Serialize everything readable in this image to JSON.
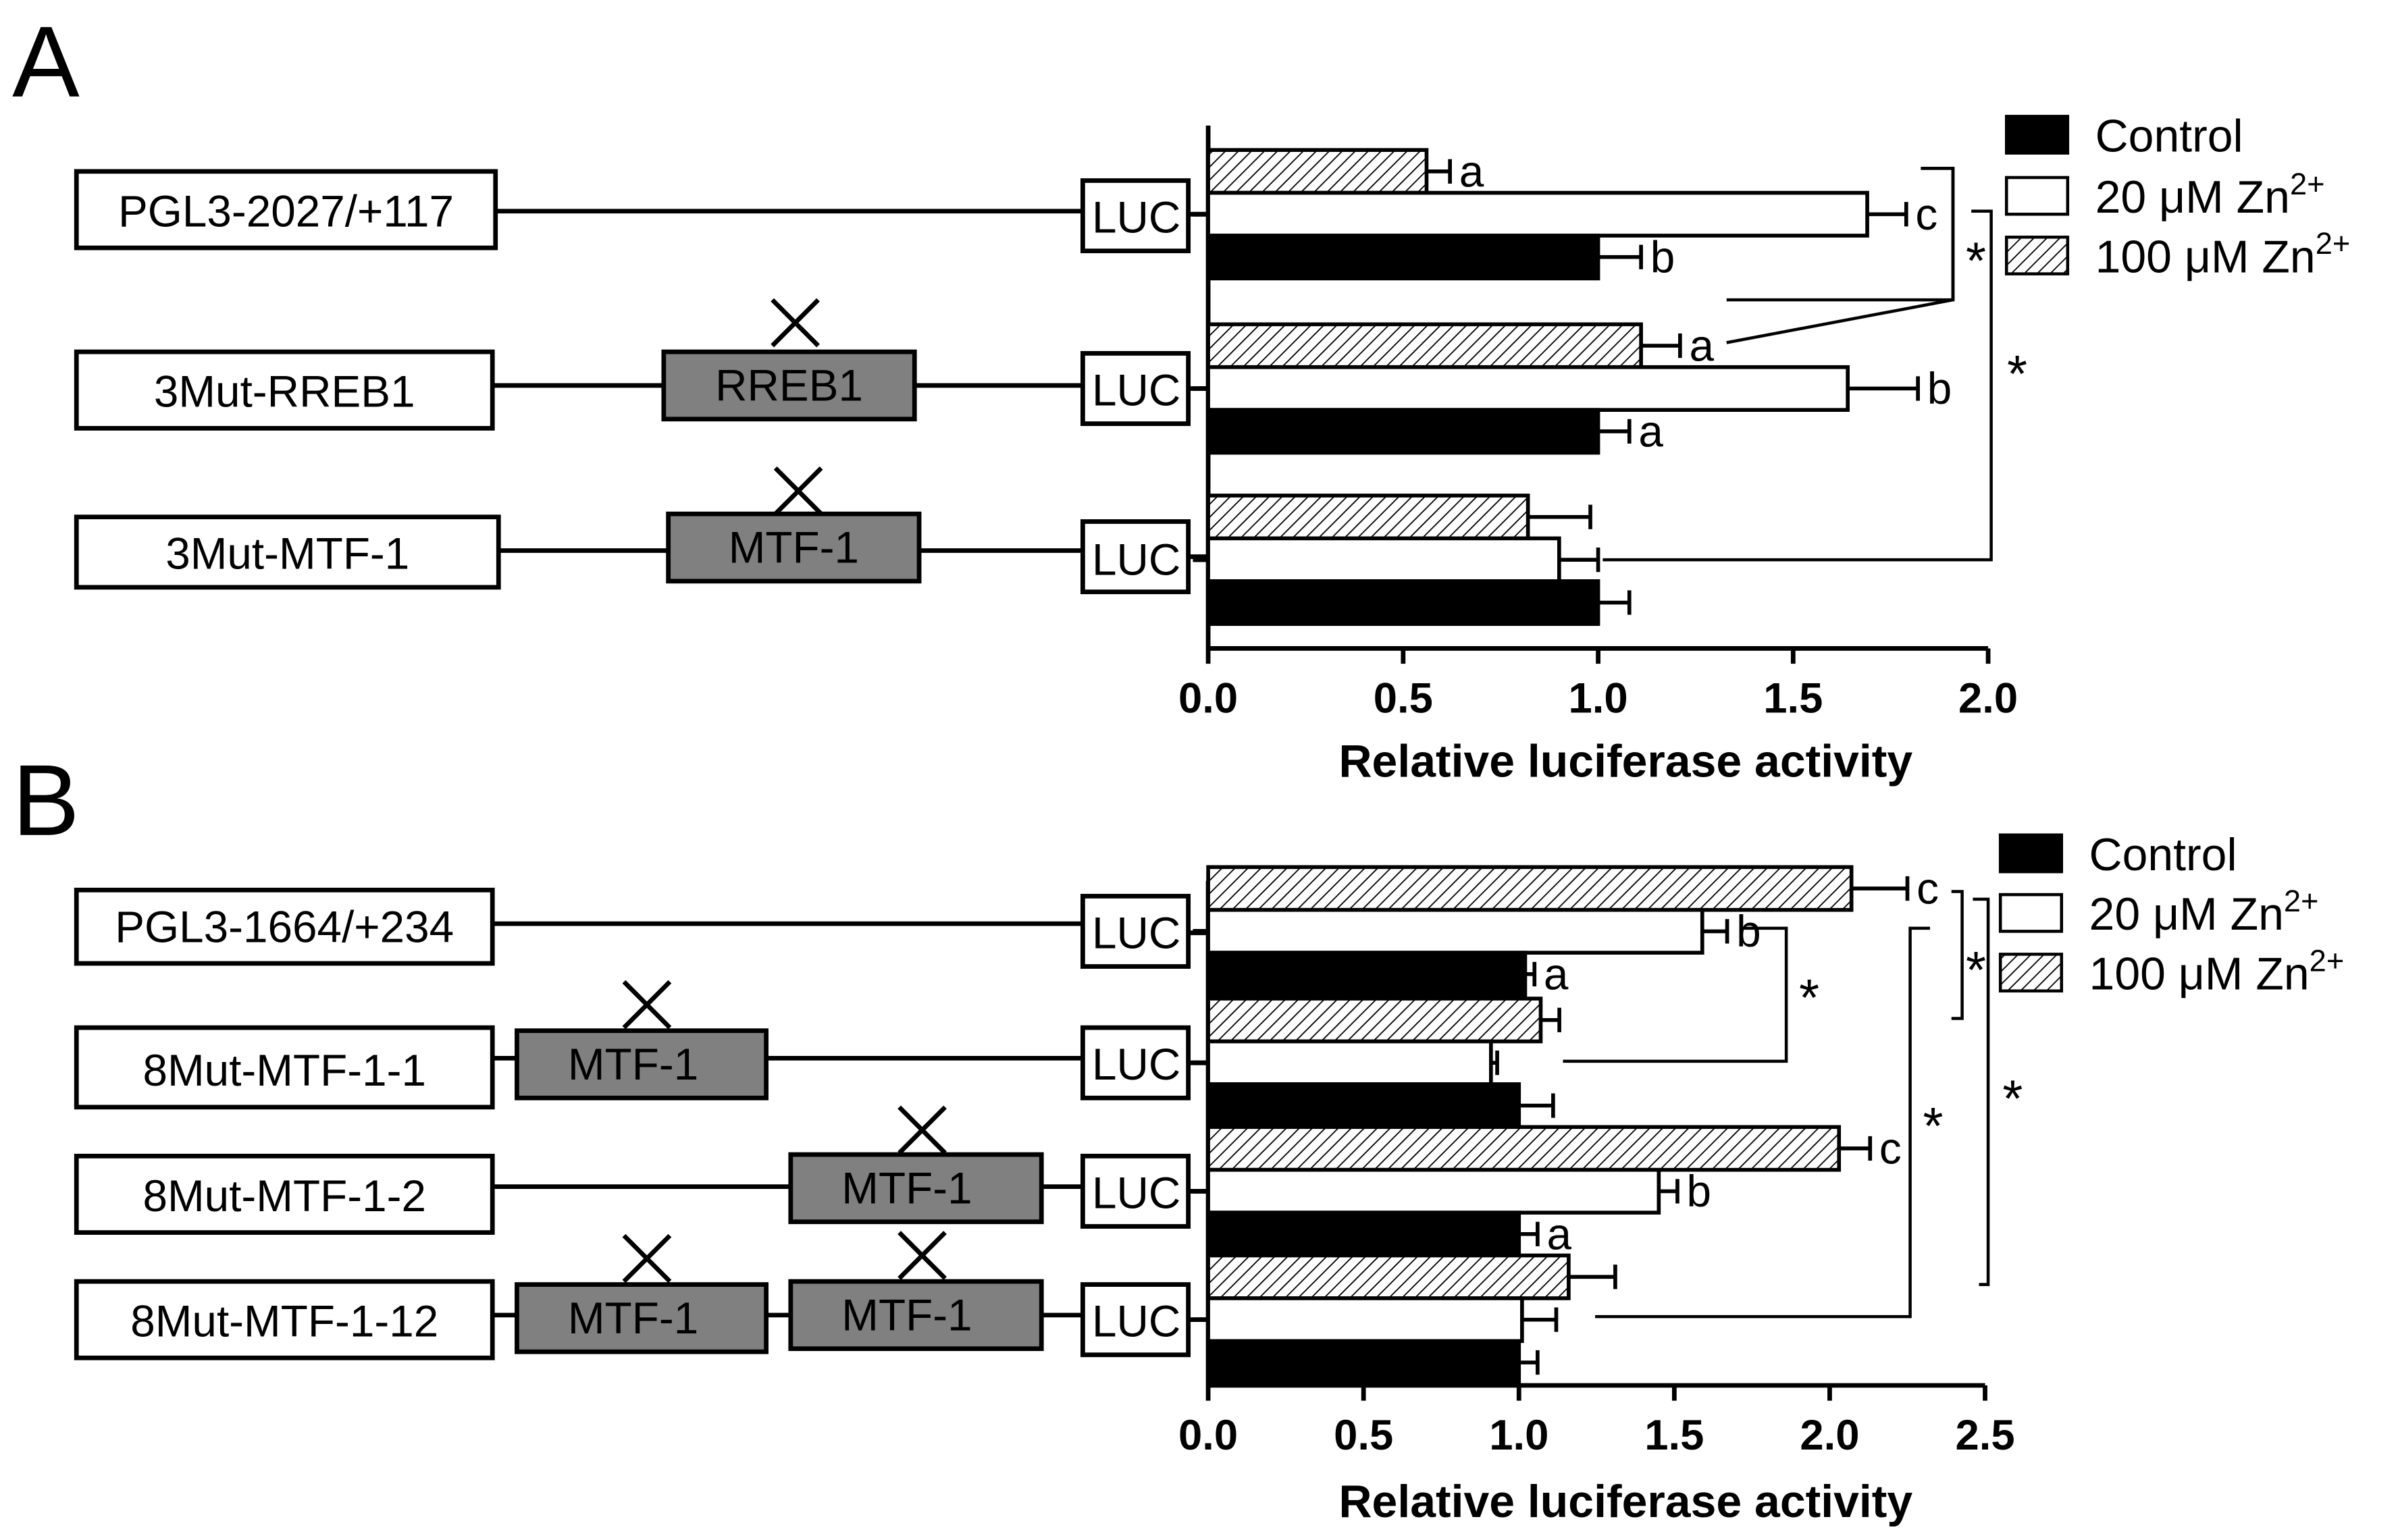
{
  "colors": {
    "control": "#000000",
    "zn20": "#ffffff",
    "zn100": "hatched",
    "mutbox": "#808080"
  },
  "legend": [
    "Control",
    "20 μM Zn",
    "100 μM Zn"
  ],
  "legend_sup": "2+",
  "panels": [
    {
      "letter": "A",
      "xlabel": "Relative luciferase activity",
      "ticks": [
        "0.0",
        "0.5",
        "1.0",
        "1.5",
        "2.0"
      ],
      "luc_label": "LUC",
      "constructs": [
        {
          "name": "PGL3-2027/+117",
          "boxes": []
        },
        {
          "name": "3Mut-RREB1",
          "boxes": [
            "RREB1"
          ]
        },
        {
          "name": "3Mut-MTF-1",
          "boxes": [
            "MTF-1"
          ]
        }
      ],
      "star": "*"
    },
    {
      "letter": "B",
      "xlabel": "Relative luciferase activity",
      "ticks": [
        "0.0",
        "0.5",
        "1.0",
        "1.5",
        "2.0",
        "2.5"
      ],
      "luc_label": "LUC",
      "constructs": [
        {
          "name": "PGL3-1664/+234",
          "boxes": []
        },
        {
          "name": "8Mut-MTF-1-1",
          "boxes": [
            "MTF-1"
          ]
        },
        {
          "name": "8Mut-MTF-1-2",
          "boxes": [
            "MTF-1"
          ]
        },
        {
          "name": "8Mut-MTF-1-12",
          "boxes": [
            "MTF-1",
            "MTF-1"
          ]
        }
      ],
      "star": "*"
    }
  ],
  "chart_data": [
    {
      "type": "bar",
      "orientation": "horizontal",
      "xlabel": "Relative luciferase activity",
      "xlim": [
        0,
        2.0
      ],
      "categories": [
        "PGL3-2027/+117",
        "3Mut-RREB1",
        "3Mut-MTF-1"
      ],
      "series": [
        {
          "name": "100 μM Zn2+",
          "values": [
            0.56,
            1.11,
            0.82
          ],
          "errors": [
            0.06,
            0.1,
            0.16
          ],
          "letters": [
            "a",
            "a",
            ""
          ]
        },
        {
          "name": "20 μM Zn2+",
          "values": [
            1.69,
            1.64,
            0.9
          ],
          "errors": [
            0.1,
            0.18,
            0.1
          ],
          "letters": [
            "c",
            "b",
            ""
          ]
        },
        {
          "name": "Control",
          "values": [
            1.0,
            1.0,
            1.0
          ],
          "errors": [
            0.11,
            0.08,
            0.08
          ],
          "letters": [
            "b",
            "a",
            ""
          ]
        }
      ],
      "legend": [
        "Control",
        "20 μM Zn2+",
        "100 μM Zn2+"
      ],
      "legend_position": "top-right"
    },
    {
      "type": "bar",
      "orientation": "horizontal",
      "xlabel": "Relative luciferase activity",
      "xlim": [
        0,
        2.5
      ],
      "categories": [
        "PGL3-1664/+234",
        "8Mut-MTF-1-1",
        "8Mut-MTF-1-2",
        "8Mut-MTF-1-12"
      ],
      "series": [
        {
          "name": "100 μM Zn2+",
          "values": [
            2.07,
            1.07,
            2.03,
            1.16
          ],
          "errors": [
            0.18,
            0.06,
            0.1,
            0.15
          ],
          "letters": [
            "c",
            "",
            "c",
            ""
          ]
        },
        {
          "name": "20 μM Zn2+",
          "values": [
            1.59,
            0.91,
            1.45,
            1.01
          ],
          "errors": [
            0.08,
            0.02,
            0.06,
            0.11
          ],
          "letters": [
            "b",
            "",
            "b",
            ""
          ]
        },
        {
          "name": "Control",
          "values": [
            1.02,
            1.0,
            1.0,
            1.0
          ],
          "errors": [
            0.03,
            0.11,
            0.06,
            0.06
          ],
          "letters": [
            "a",
            "",
            "a",
            ""
          ]
        }
      ],
      "legend": [
        "Control",
        "20 μM Zn2+",
        "100 μM Zn2+"
      ],
      "legend_position": "top-right"
    }
  ]
}
